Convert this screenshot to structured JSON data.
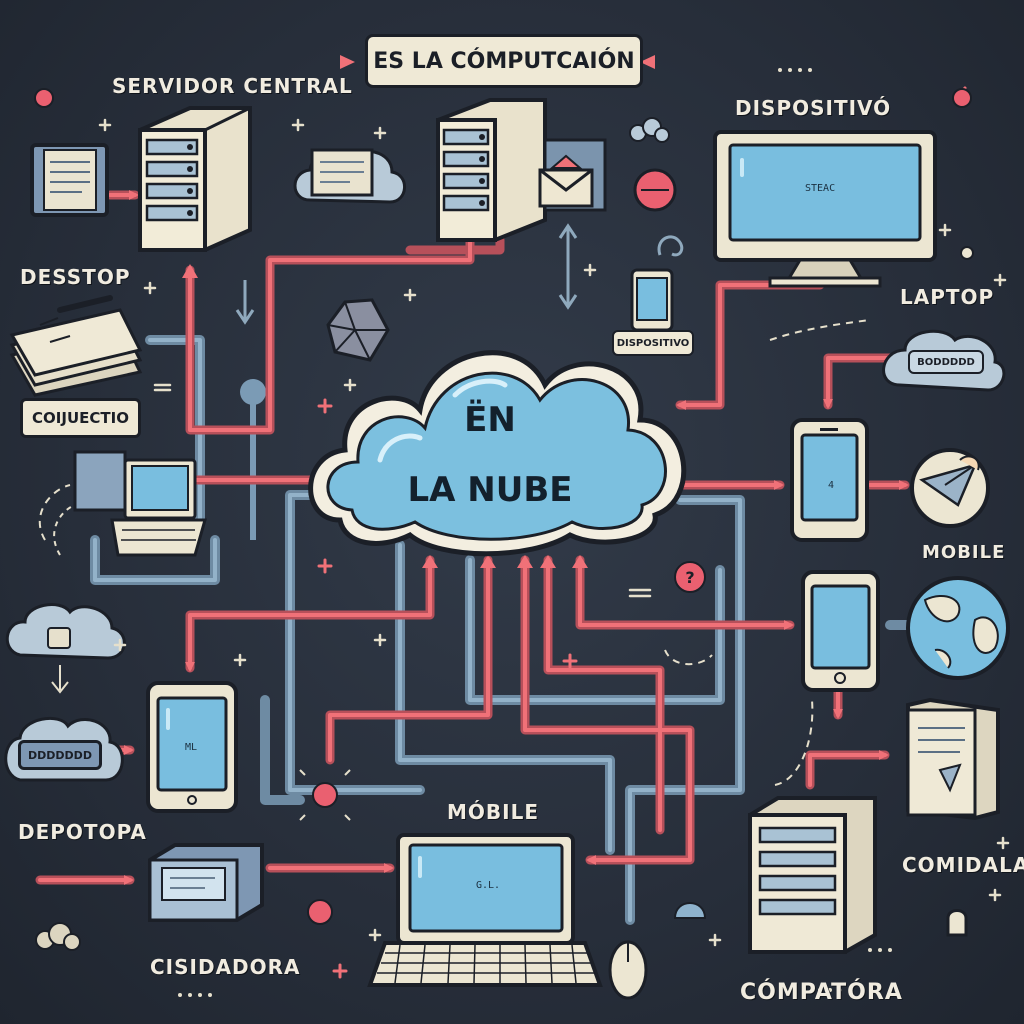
{
  "title": "ES LA CÓMPUTCAIÓN",
  "cloud": {
    "line1": "ËN",
    "line2": "LA NUBE"
  },
  "labels": {
    "servidor_central": "SERVIDOR CENTRAL",
    "dispositivo": "DISPOSITIVÓ",
    "desstop": "DESSTOP",
    "laptop": "LAPTOP",
    "conectado_tag": "COIJUECTIO",
    "dispositivo_small_tag": "DISPOSITIVO",
    "mobile_right": "MOBILE",
    "depotopa": "DEPOTOPA",
    "mobile_bottom": "MÓBILE",
    "comidala": "COMIDALA",
    "cisidadora": "CISIDADORA",
    "compatora": "CÓMPATÓRA",
    "laptop_cloud_tag": "BODDDDD",
    "depotopa_cloud_tag": "DDDDDDD"
  },
  "screens": {
    "monitor": "STEAC",
    "phone_right": "4",
    "tablet_left": "ML",
    "laptop_bottom": "G.L."
  },
  "colors": {
    "background": "#272e3a",
    "connector_red": "#f07178",
    "connector_blue": "#7b9bb5",
    "cloud": "#7cc0df",
    "screen": "#79bedf",
    "paper": "#efe9d6",
    "outline": "#1b1f27"
  }
}
